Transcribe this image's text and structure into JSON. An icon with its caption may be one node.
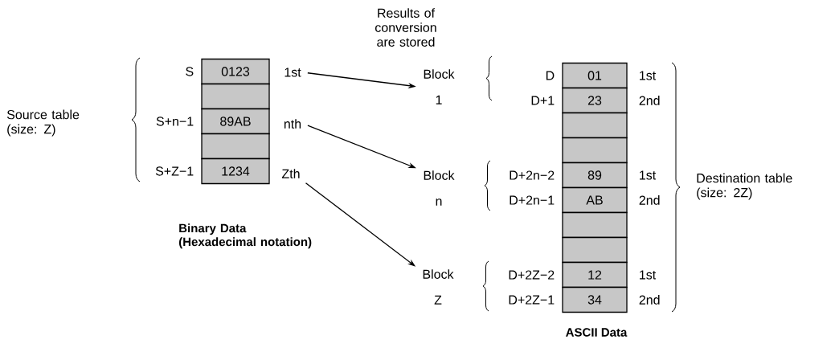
{
  "diagram": {
    "nodes": [
      {
        "text": [
          "0123"
        ],
        "beside": [
          "S"
        ]
      },
      {
        "text": [],
        "shape": "box"
      },
      {
        "text": [
          "89AB"
        ],
        "beside": [
          "S+n−1"
        ]
      },
      {
        "text": [],
        "shape": "box"
      },
      {
        "text": [
          "1234"
        ],
        "beside": [
          "S+Z−1"
        ]
      },
      {
        "text": [
          "1st"
        ]
      },
      {
        "text": [
          "nth"
        ]
      },
      {
        "text": [
          "Zth"
        ]
      },
      {
        "text": [
          "Block 1"
        ]
      },
      {
        "text": [
          "Block n"
        ]
      },
      {
        "text": [
          "Block Z"
        ]
      },
      {
        "text": [
          "01"
        ],
        "beside": [
          "D",
          "1st"
        ]
      },
      {
        "text": [
          "23"
        ],
        "beside": [
          "D+1",
          "2nd"
        ]
      },
      {
        "text": [],
        "shape": "box"
      },
      {
        "text": [],
        "shape": "box"
      },
      {
        "text": [
          "89"
        ],
        "beside": [
          "D+2n−2",
          "1st"
        ]
      },
      {
        "text": [
          "AB"
        ],
        "beside": [
          "D+2n−1",
          "2nd"
        ]
      },
      {
        "text": [],
        "shape": "box"
      },
      {
        "text": [],
        "shape": "box"
      },
      {
        "text": [
          "12"
        ],
        "beside": [
          "D+2Z−2",
          "1st"
        ]
      },
      {
        "text": [
          "34"
        ],
        "beside": [
          "D+2Z−1",
          "2nd"
        ]
      }
    ],
    "edges": [
      {
        "from": 5,
        "to": 8,
        "arrow": "to"
      },
      {
        "from": 6,
        "to": 9,
        "arrow": "to"
      },
      {
        "from": 7,
        "to": 10,
        "arrow": "to"
      }
    ],
    "labels": [
      "Results of conversion are stored",
      "Source table (size: Z)",
      "Binary Data (Hexadecimal notation)",
      "Destination table (size: 2Z)",
      "ASCII Data"
    ]
  }
}
